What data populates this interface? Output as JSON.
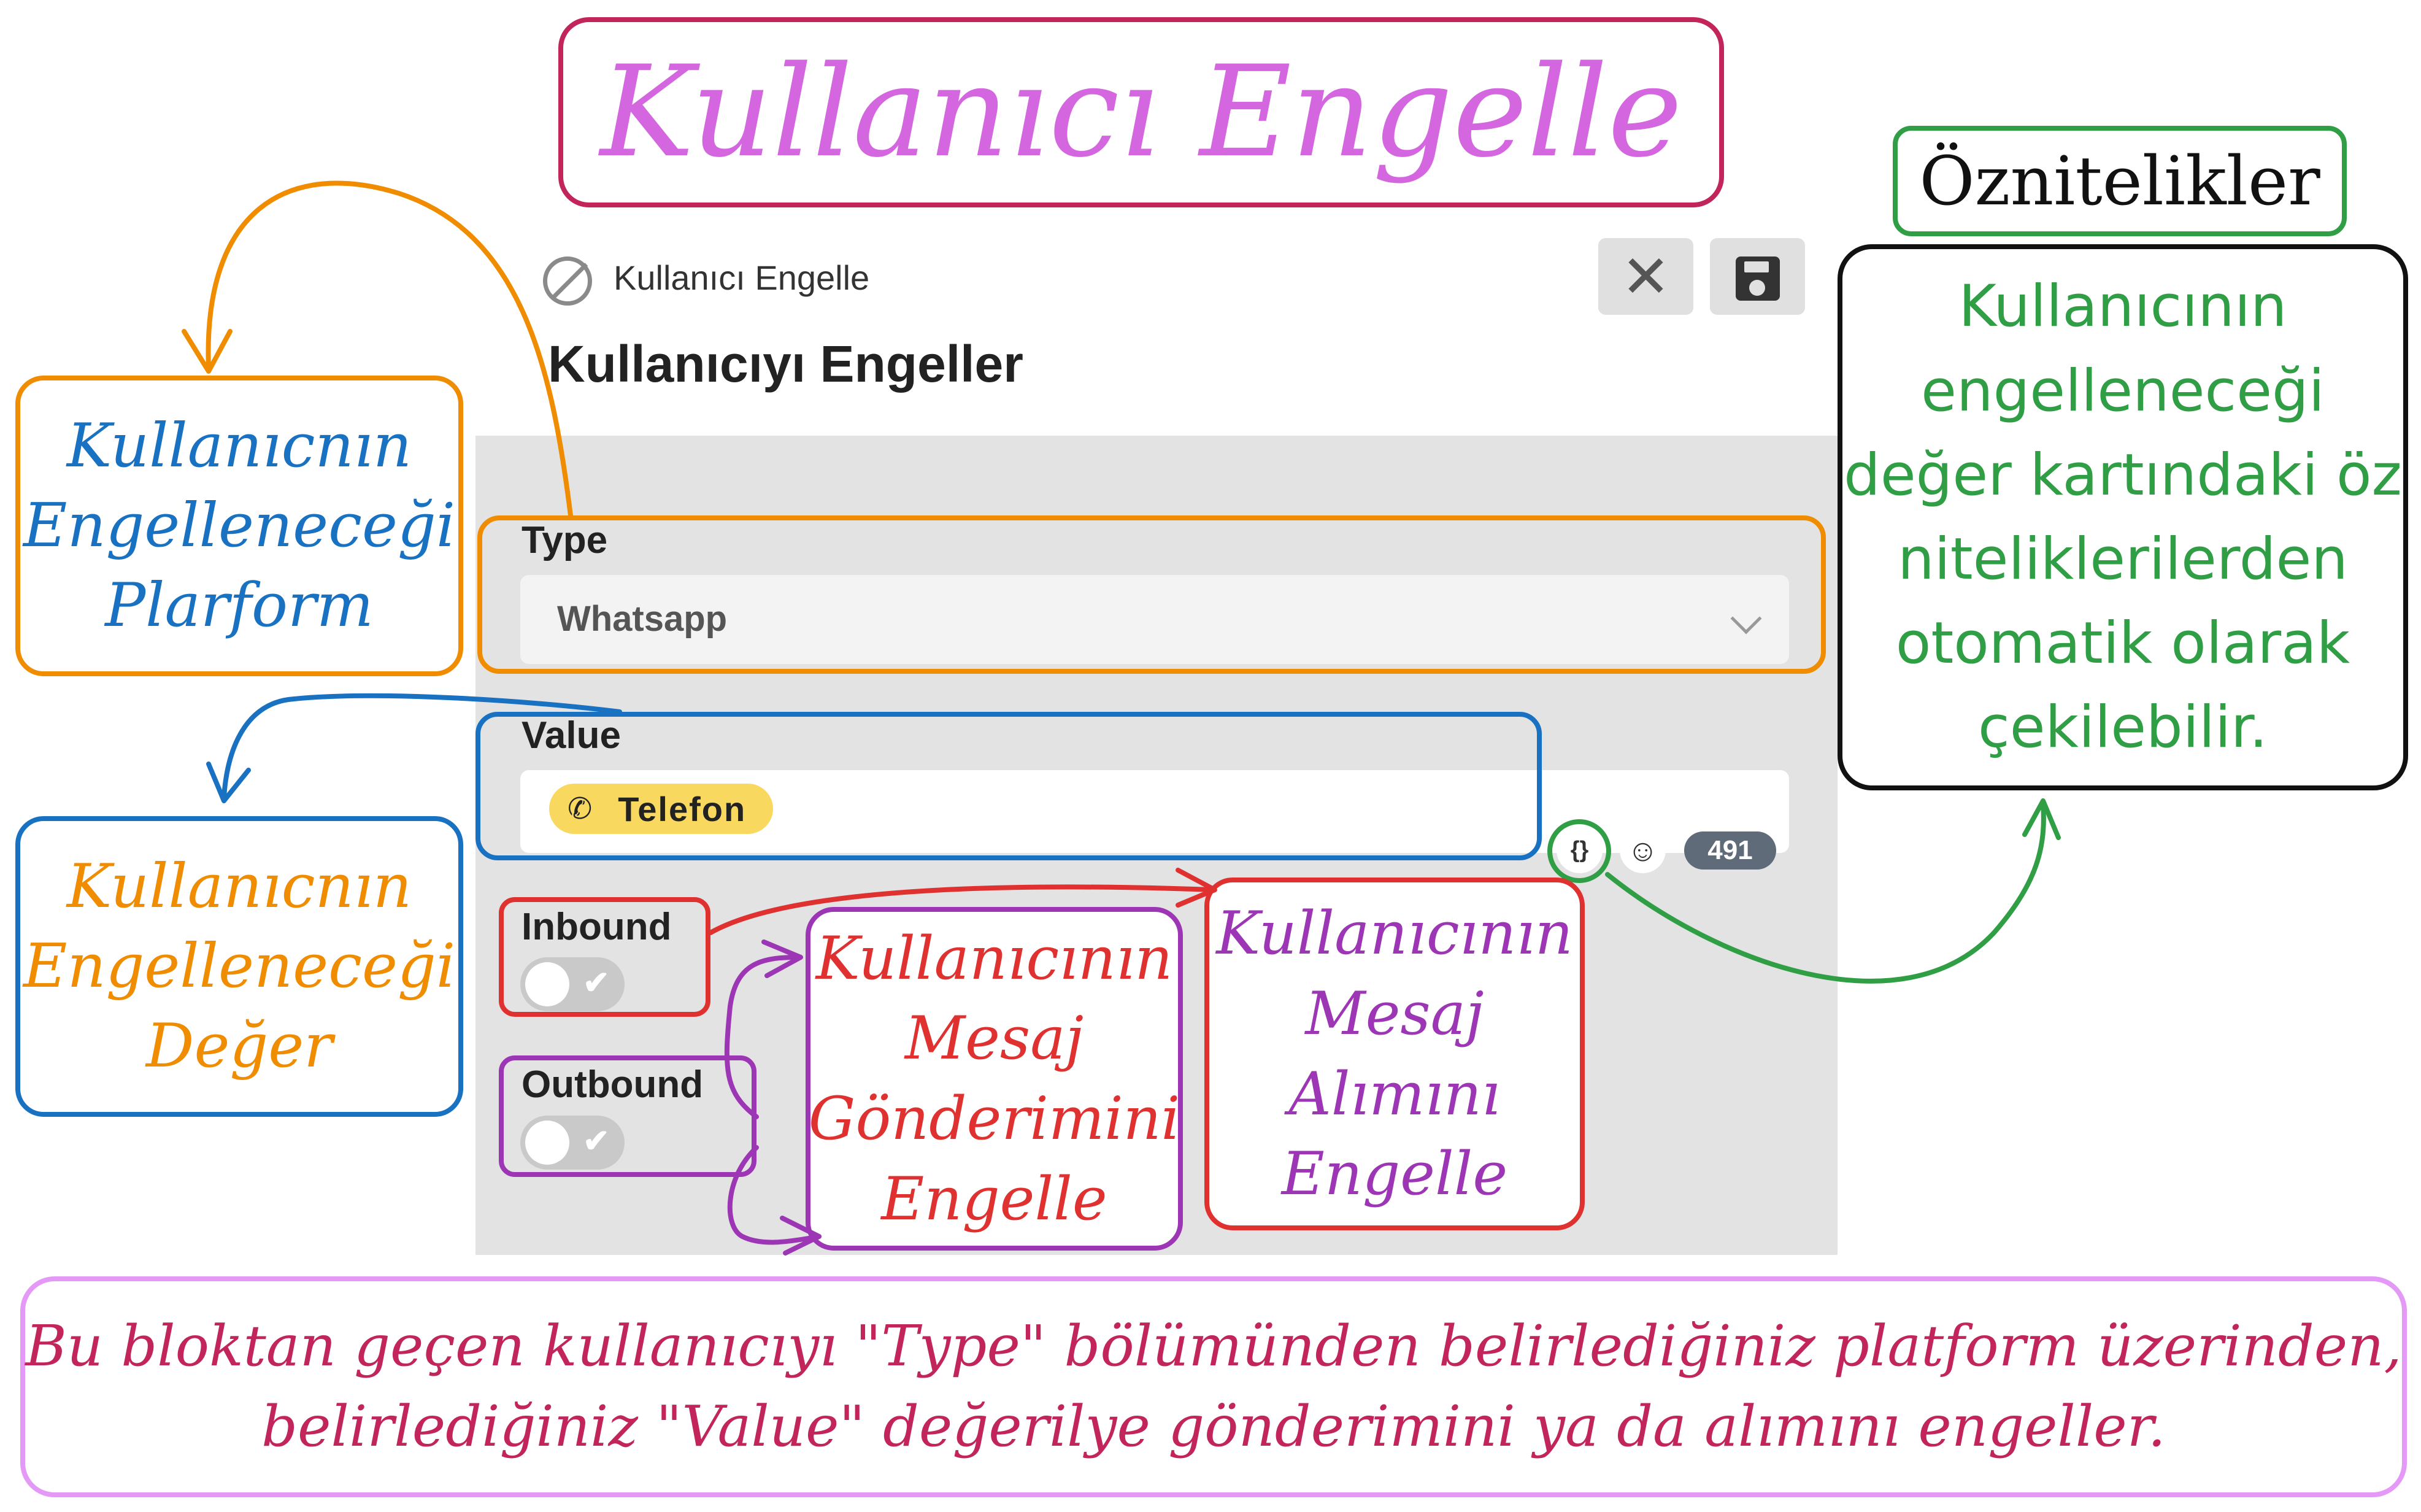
{
  "title": "Kullanıcı Engelle",
  "panel": {
    "breadcrumb": "Kullanıcı Engelle",
    "heading": "Kullanıcıyı Engeller",
    "close_label": "✕",
    "save_label": "save",
    "type": {
      "label": "Type",
      "value": "Whatsapp"
    },
    "value": {
      "label": "Value",
      "chip": "Telefon",
      "chip_icon": "phone-icon"
    },
    "tools": {
      "variables": "{}",
      "emoji": "☺",
      "counter": "491"
    },
    "inbound": {
      "label": "Inbound",
      "checked": false
    },
    "outbound": {
      "label": "Outbound",
      "checked": false
    }
  },
  "annotations": {
    "platform": "Kullanıcnın Engelleneceği Plarform",
    "value": "Kullanıcnın Engelleneceği Değer",
    "send_block": "Kullanıcının Mesaj Gönderimini Engelle",
    "receive_block": "Kullanıcının Mesaj Alımını Engelle",
    "attributes_title": "Öznitelikler",
    "attributes_text": "Kullanıcının engelleneceği değer kartındaki öz niteliklerilerden otomatik olarak çekilebilir.",
    "description": "Bu bloktan geçen kullanıcıyı \"Type\" bölümünden belirlediğiniz platform üzerinden, belirlediğiniz \"Value\" değerilye gönderimini ya da alımını engeller."
  },
  "colors": {
    "title": "#d466e0",
    "orange": "#f08c00",
    "blue": "#1971c2",
    "red": "#e03131",
    "purple": "#9c36b5",
    "green": "#2f9e44",
    "crimson": "#c2255c"
  }
}
